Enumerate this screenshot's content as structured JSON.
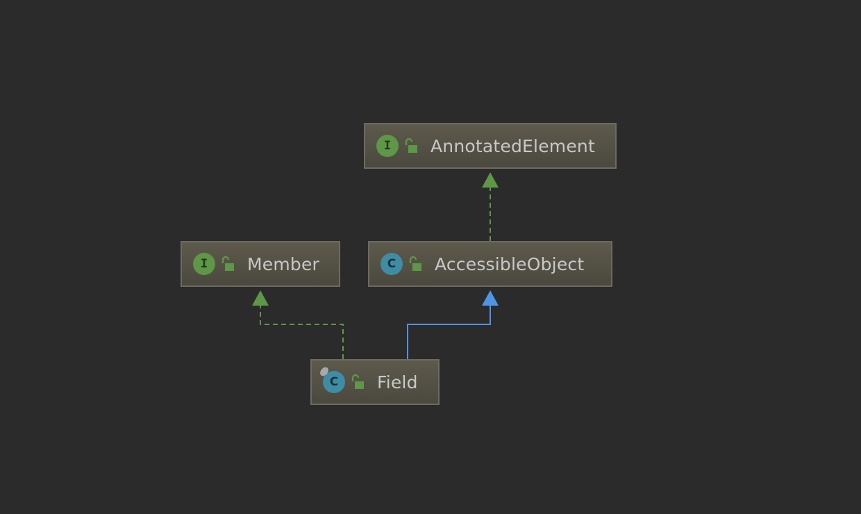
{
  "colors": {
    "background": "#2b2b2b",
    "interface_badge": "#5d9747",
    "class_badge": "#3f8da4",
    "implements_edge": "#5d9747",
    "extends_edge": "#4f95e6",
    "label_text": "#c8c8c8"
  },
  "nodes": {
    "annotated_element": {
      "name": "AnnotatedElement",
      "kind": "interface",
      "badge": "I",
      "icon": "unlocked-lock-icon"
    },
    "member": {
      "name": "Member",
      "kind": "interface",
      "badge": "I",
      "icon": "unlocked-lock-icon"
    },
    "accessible_object": {
      "name": "AccessibleObject",
      "kind": "class",
      "badge": "C",
      "icon": "unlocked-lock-icon"
    },
    "field": {
      "name": "Field",
      "kind": "final class",
      "badge": "C",
      "icon": "unlocked-lock-icon"
    }
  },
  "edges": [
    {
      "from": "AccessibleObject",
      "to": "AnnotatedElement",
      "type": "implements",
      "style": "dashed"
    },
    {
      "from": "Field",
      "to": "Member",
      "type": "implements",
      "style": "dashed"
    },
    {
      "from": "Field",
      "to": "AccessibleObject",
      "type": "extends",
      "style": "solid"
    }
  ]
}
